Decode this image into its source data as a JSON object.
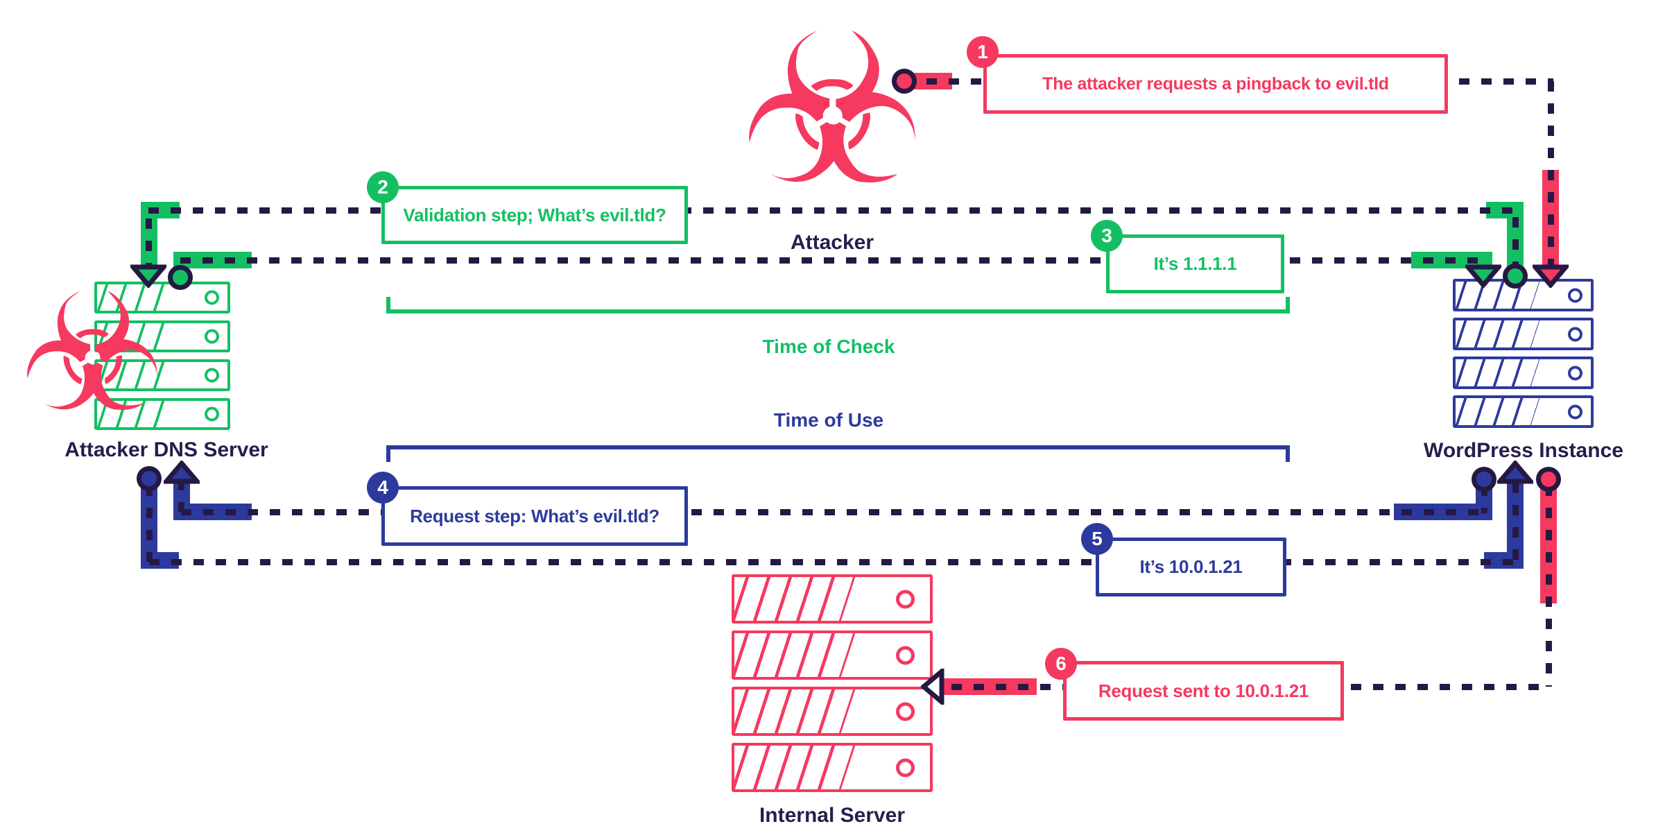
{
  "colors": {
    "red": "#f5395f",
    "green": "#14bf63",
    "blue": "#2d3a9d",
    "navy_dash": "#251943",
    "label_text": "#2a1b4e"
  },
  "nodes": {
    "attacker": {
      "label": "Attacker"
    },
    "dns": {
      "label": "Attacker DNS Server"
    },
    "wordpress": {
      "label": "WordPress Instance"
    },
    "internal": {
      "label": "Internal Server"
    }
  },
  "steps": [
    {
      "num": "1",
      "text": "The attacker requests a pingback to evil.tld",
      "color": "red"
    },
    {
      "num": "2",
      "text": "Validation step; What’s evil.tld?",
      "color": "green"
    },
    {
      "num": "3",
      "text": "It’s 1.1.1.1",
      "color": "green"
    },
    {
      "num": "4",
      "text": "Request step: What’s evil.tld?",
      "color": "blue"
    },
    {
      "num": "5",
      "text": "It’s 10.0.1.21",
      "color": "blue"
    },
    {
      "num": "6",
      "text": "Request sent to 10.0.1.21",
      "color": "red"
    }
  ],
  "phases": {
    "check": "Time of Check",
    "use": "Time of Use"
  },
  "icons": {
    "biohazard": "☣"
  }
}
